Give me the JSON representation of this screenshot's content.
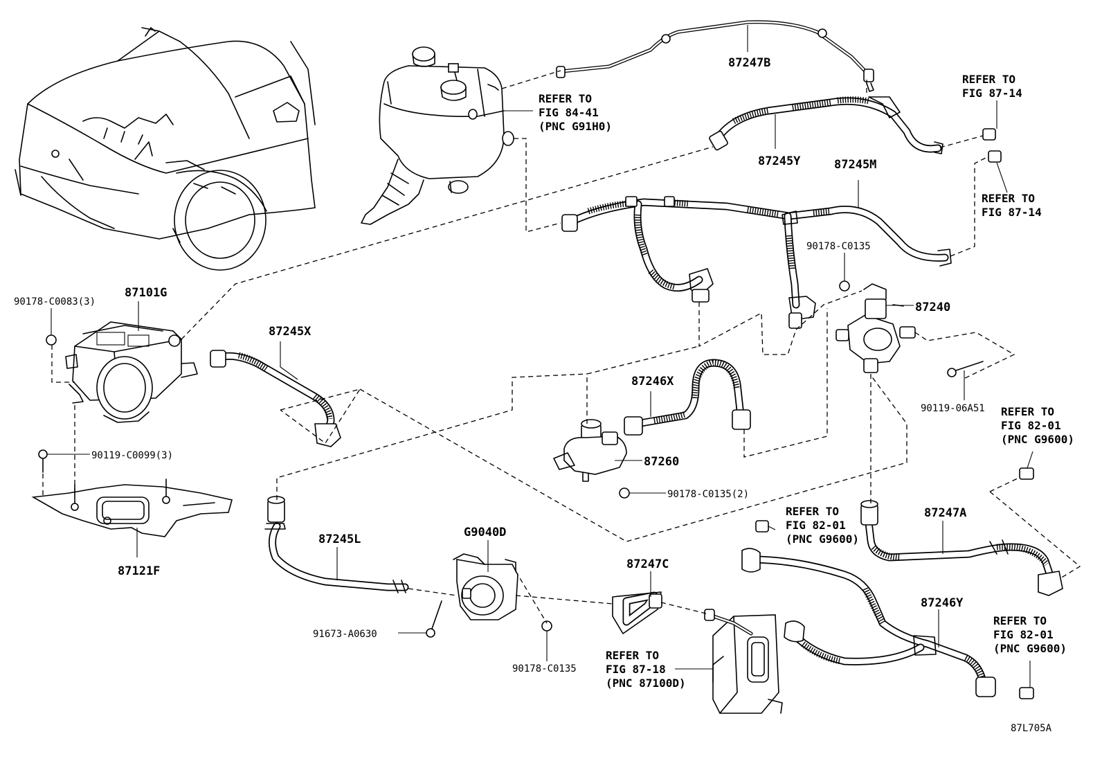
{
  "labels": {
    "p87247B": "87247B",
    "p87245Y": "87245Y",
    "p87245M": "87245M",
    "p87101G": "87101G",
    "p87245X": "87245X",
    "p87240": "87240",
    "p87246X": "87246X",
    "p87260": "87260",
    "p87121F": "87121F",
    "p87245L": "87245L",
    "pG9040D": "G9040D",
    "p87247C": "87247C",
    "p87247A": "87247A",
    "p87246Y": "87246Y",
    "b90178_C0083": "90178-C0083(3)",
    "b90119_C0099": "90119-C0099(3)",
    "b90178_C0135_a": "90178-C0135",
    "b90119_06A51": "90119-06A51",
    "b90178_C0135_2": "90178-C0135(2)",
    "b91673_A0630": "91673-A0630",
    "b90178_C0135_b": "90178-C0135"
  },
  "refs": {
    "r1": [
      "REFER TO",
      "FIG 84-41",
      "(PNC G91H0)"
    ],
    "r2": [
      "REFER TO",
      "FIG 87-14"
    ],
    "r3": [
      "REFER TO",
      "FIG 87-14"
    ],
    "r4": [
      "REFER TO",
      "FIG 82-01",
      "(PNC G9600)"
    ],
    "r5": [
      "REFER TO",
      "FIG 82-01",
      "(PNC G9600)"
    ],
    "r6": [
      "REFER TO",
      "FIG 82-01",
      "(PNC G9600)"
    ],
    "r7": [
      "REFER TO",
      "FIG 87-18",
      "(PNC 87100D)"
    ]
  },
  "figure_code": "87L705A"
}
